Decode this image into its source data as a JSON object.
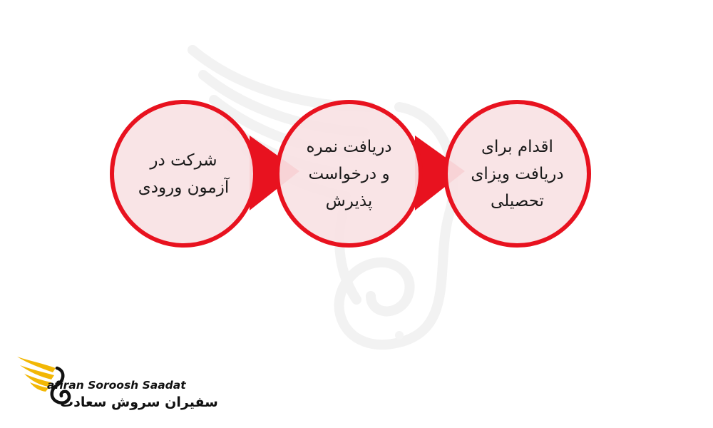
{
  "diagram": {
    "steps": [
      {
        "lines": [
          "اقدام برای",
          "دریافت ویزای",
          "تحصیلی"
        ]
      },
      {
        "lines": [
          "دریافت نمره",
          "و درخواست",
          "پذیرش"
        ]
      },
      {
        "lines": [
          "شرکت در",
          "آزمون ورودی"
        ]
      }
    ]
  },
  "brand": {
    "name_en": "afiran Soroosh Saadat",
    "name_fa": "سفیران سروش سعادت",
    "logo_icon": "winged-s-logo-icon"
  },
  "colors": {
    "accent": "#e8121f",
    "circle_fill": "#f9e2e4",
    "logo_gold": "#f2b705",
    "text": "#1a1a1a"
  }
}
